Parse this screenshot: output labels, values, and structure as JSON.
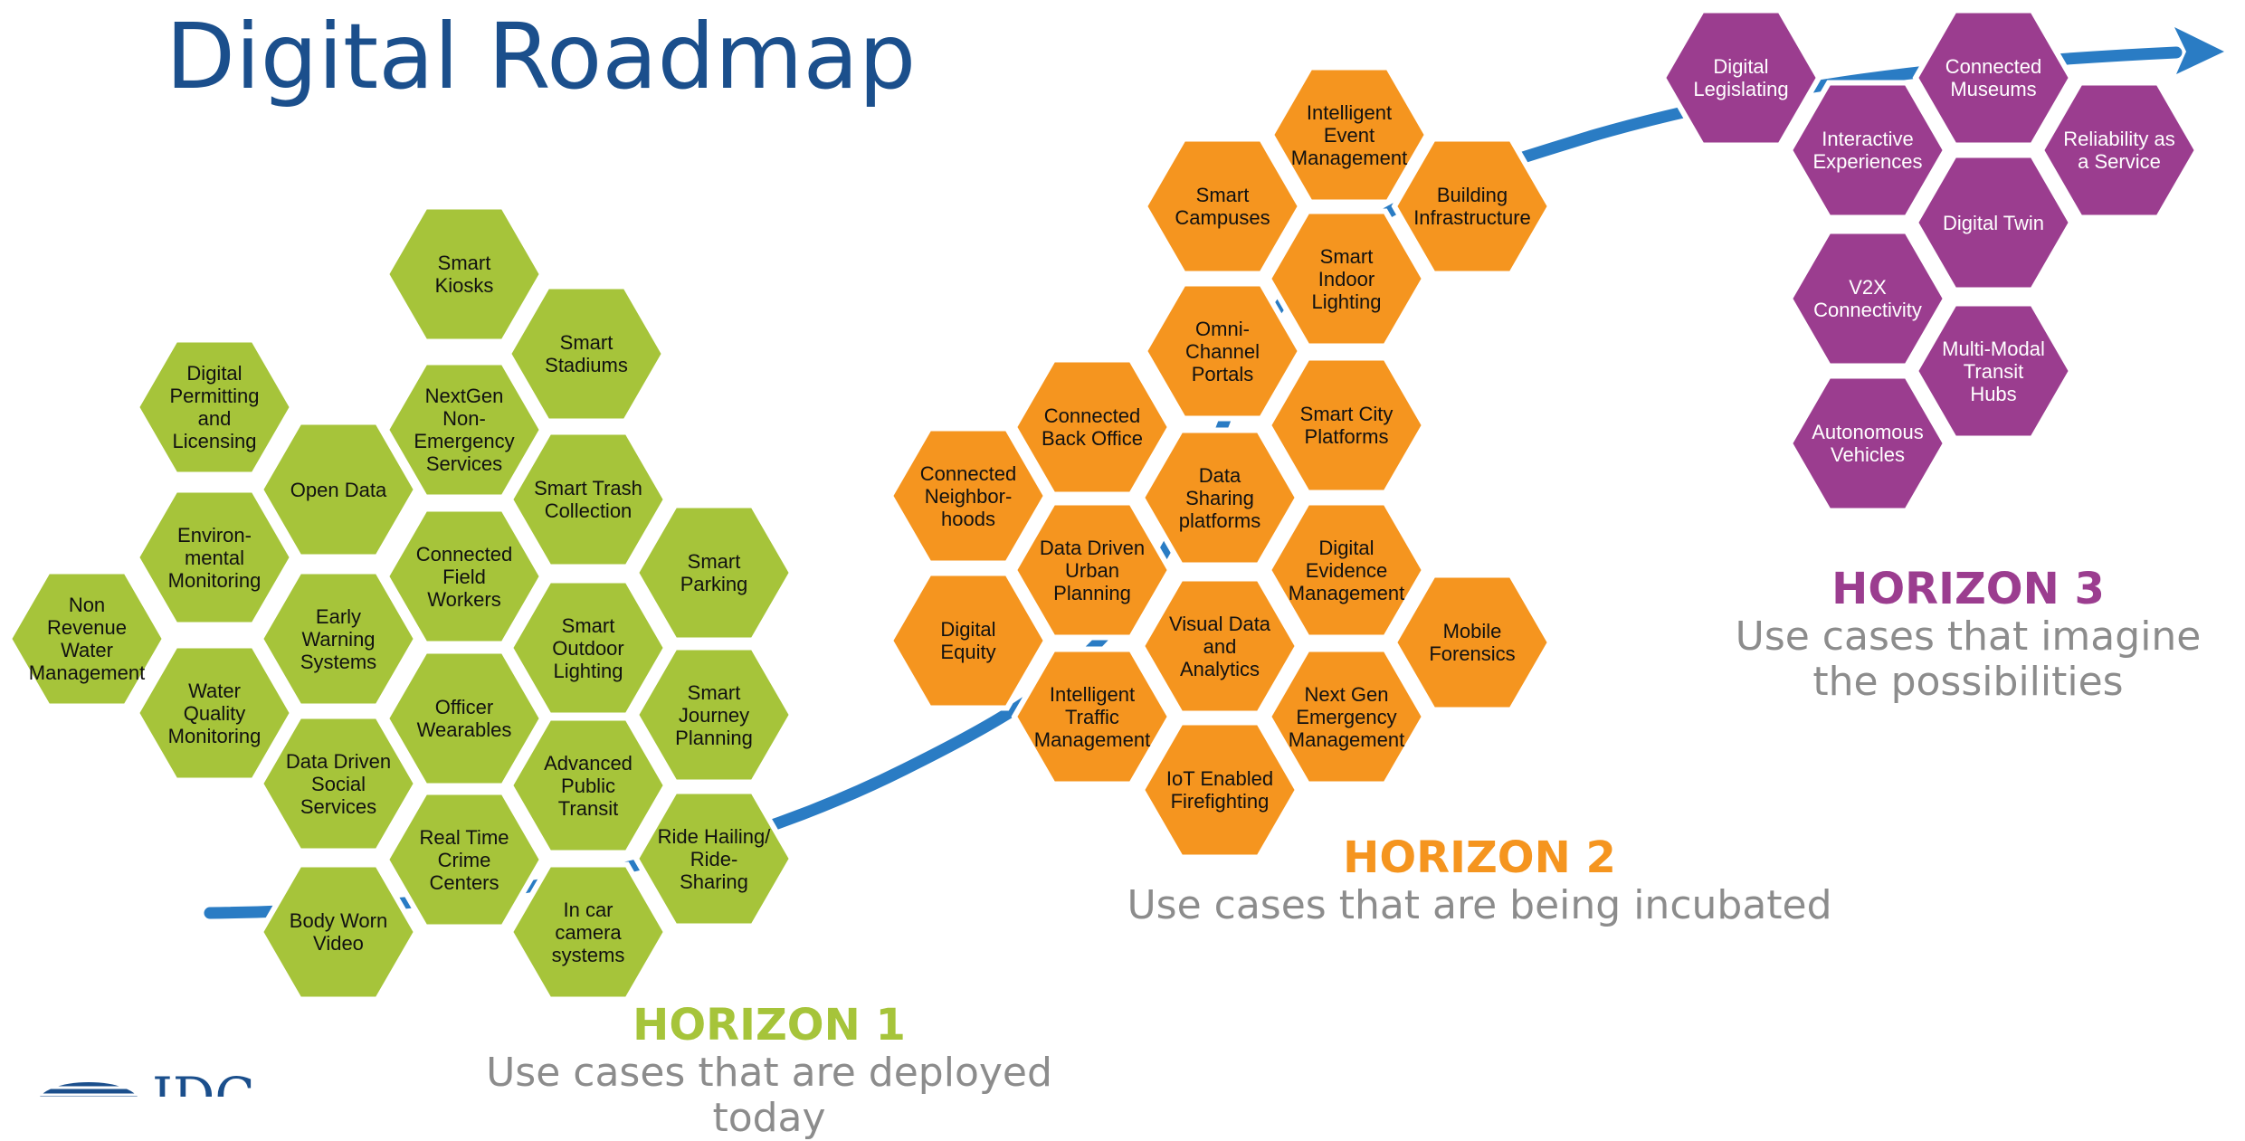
{
  "title": "Digital Roadmap",
  "colors": {
    "title": "#1b4f8c",
    "horizon1": "#a6c43a",
    "horizon2": "#f5951f",
    "horizon3": "#9b3d8f",
    "road": "#2a7cc4",
    "description": "#8c8c8c"
  },
  "horizons": [
    {
      "title": "HORIZON 1",
      "description": "Use cases that are deployed today"
    },
    {
      "title": "HORIZON 2",
      "description": "Use cases that are being incubated"
    },
    {
      "title": "HORIZON 3",
      "description": "Use cases that imagine the possibilities"
    }
  ],
  "use_cases": {
    "horizon1": [
      "Smart\nKiosks",
      "Smart\nStadiums",
      "Digital\nPermitting\nand\nLicensing",
      "NextGen\nNon-\nEmergency\nServices",
      "Open Data",
      "Smart Trash\nCollection",
      "Environ-\nmental\nMonitoring",
      "Connected\nField\nWorkers",
      "Smart\nParking",
      "Non\nRevenue\nWater\nManagement",
      "Early\nWarning\nSystems",
      "Smart\nOutdoor\nLighting",
      "Water\nQuality\nMonitoring",
      "Officer\nWearables",
      "Smart\nJourney\nPlanning",
      "Data Driven\nSocial\nServices",
      "Advanced\nPublic\nTransit",
      "Real Time\nCrime\nCenters",
      "Ride Hailing/\nRide-\nSharing",
      "Body Worn\nVideo",
      "In car\ncamera\nsystems"
    ],
    "horizon2": [
      "Intelligent\nEvent\nManagement",
      "Smart\nCampuses",
      "Building\nInfrastructure",
      "Smart\nIndoor\nLighting",
      "Omni-\nChannel\nPortals",
      "Connected\nBack Office",
      "Smart City\nPlatforms",
      "Connected\nNeighbor-\nhoods",
      "Data\nSharing\nplatforms",
      "Data Driven\nUrban\nPlanning",
      "Digital\nEvidence\nManagement",
      "Digital\nEquity",
      "Visual Data\nand\nAnalytics",
      "Mobile\nForensics",
      "Intelligent\nTraffic\nManagement",
      "Next Gen\nEmergency\nManagement",
      "IoT Enabled\nFirefighting"
    ],
    "horizon3": [
      "Digital\nLegislating",
      "Connected\nMuseums",
      "Interactive\nExperiences",
      "Reliability as\na Service",
      "Digital Twin",
      "V2X\nConnectivity",
      "Multi-Modal\nTransit\nHubs",
      "Autonomous\nVehicles"
    ]
  },
  "logo": {
    "text": "IDC"
  }
}
